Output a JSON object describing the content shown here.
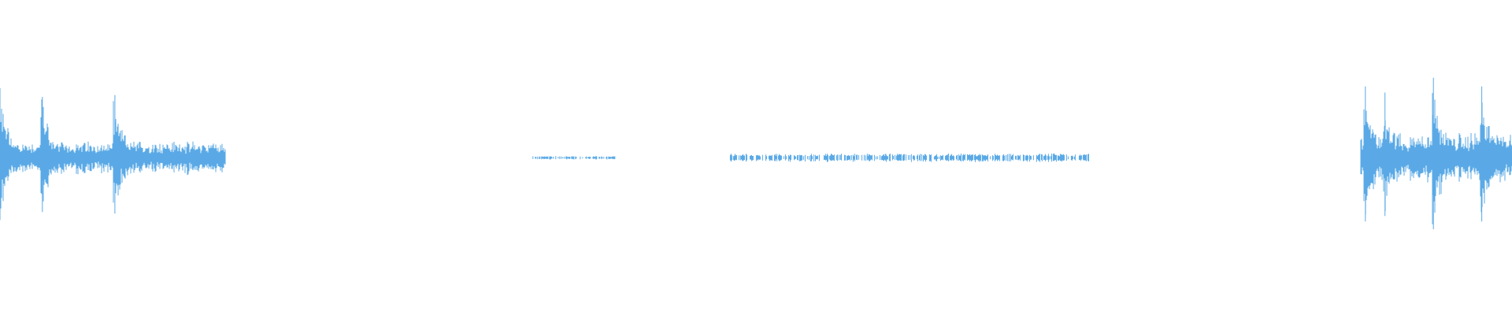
{
  "waveform": {
    "color": "#5aa9e6",
    "background": "#ffffff",
    "segments": [
      {
        "start": 0.0,
        "end": 0.149,
        "level": 0.2,
        "peaks": [
          {
            "at": 0.0,
            "amp": 0.8
          },
          {
            "at": 0.028,
            "amp": 0.7
          },
          {
            "at": 0.076,
            "amp": 0.72
          }
        ]
      },
      {
        "start": 0.352,
        "end": 0.407,
        "level": 0.02,
        "peaks": []
      },
      {
        "start": 0.483,
        "end": 0.72,
        "level": 0.05,
        "peaks": []
      },
      {
        "start": 0.778,
        "end": 0.779,
        "level": 0.01,
        "peaks": []
      },
      {
        "start": 0.9,
        "end": 1.0,
        "level": 0.3,
        "peaks": [
          {
            "at": 0.903,
            "amp": 0.82
          },
          {
            "at": 0.916,
            "amp": 0.75
          },
          {
            "at": 0.948,
            "amp": 0.92
          },
          {
            "at": 0.98,
            "amp": 0.82
          }
        ]
      }
    ]
  }
}
